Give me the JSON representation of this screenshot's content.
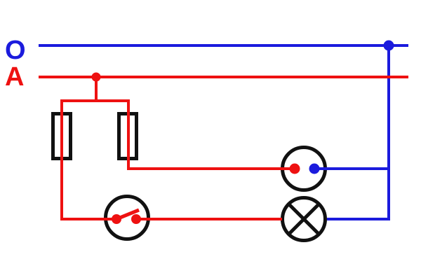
{
  "diagram": {
    "type": "electrical-wiring-schematic",
    "labels": {
      "neutral": "O",
      "phase": "A"
    },
    "colors": {
      "neutral": "#1b1bdd",
      "phase": "#ee1111",
      "component": "#111111",
      "background": "#ffffff"
    },
    "components": [
      {
        "id": "fuse-left",
        "type": "fuse"
      },
      {
        "id": "fuse-right",
        "type": "fuse"
      },
      {
        "id": "switch",
        "type": "single-pole-switch",
        "state": "open"
      },
      {
        "id": "socket",
        "type": "socket-outlet",
        "pins": [
          "phase",
          "neutral"
        ]
      },
      {
        "id": "lamp",
        "type": "lamp"
      }
    ]
  }
}
